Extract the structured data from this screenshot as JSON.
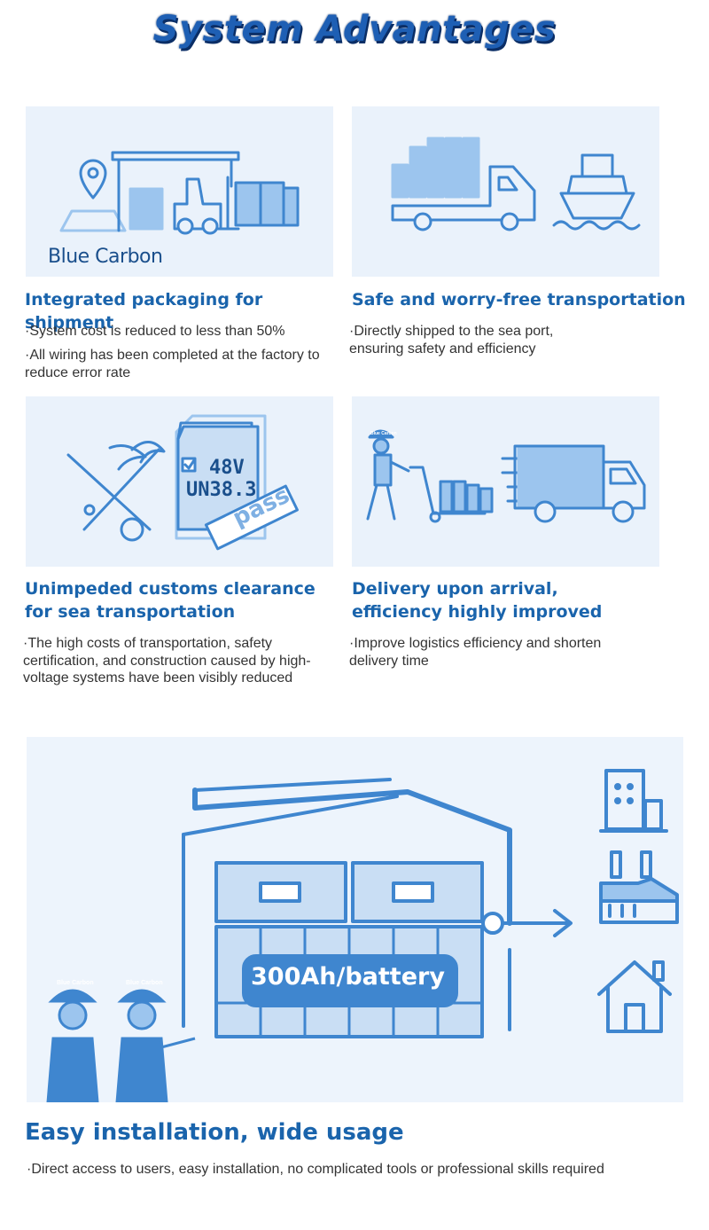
{
  "page": {
    "title": "System Advantages"
  },
  "cards": [
    {
      "title": "Integrated packaging for shipment",
      "brand_label": "Blue Carbon",
      "bullets": [
        "·System cost is reduced to less than 50%",
        "·All wiring has been completed at the factory to reduce error rate"
      ]
    },
    {
      "title": "Safe and worry-free transportation",
      "bullets": [
        "·Directly shipped to the sea port, ensuring safety and efficiency"
      ]
    },
    {
      "title": "Unimpeded customs clearance for sea transportation",
      "doc_line1": "48V",
      "doc_line2": "UN38.3",
      "stamp": "pass",
      "bullets": [
        "·The high costs of transportation, safety certification, and construction caused by high-voltage systems have been visibly reduced"
      ]
    },
    {
      "title": "Delivery upon arrival, efficiency highly improved",
      "helmet_label": "Blue Carbon",
      "bullets": [
        "·Improve logistics efficiency and shorten delivery time"
      ]
    }
  ],
  "bottom": {
    "battery_label": "300Ah/battery",
    "helmet_label": "Blue Carbon",
    "title": "Easy installation, wide usage",
    "bullet": "·Direct access to users, easy installation, no complicated tools or professional skills required"
  },
  "colors": {
    "primary": "#1a64ac",
    "icon_stroke": "#3f86cf",
    "icon_fill": "#9cc5ee",
    "illustration_bg": "#eaf2fb"
  }
}
